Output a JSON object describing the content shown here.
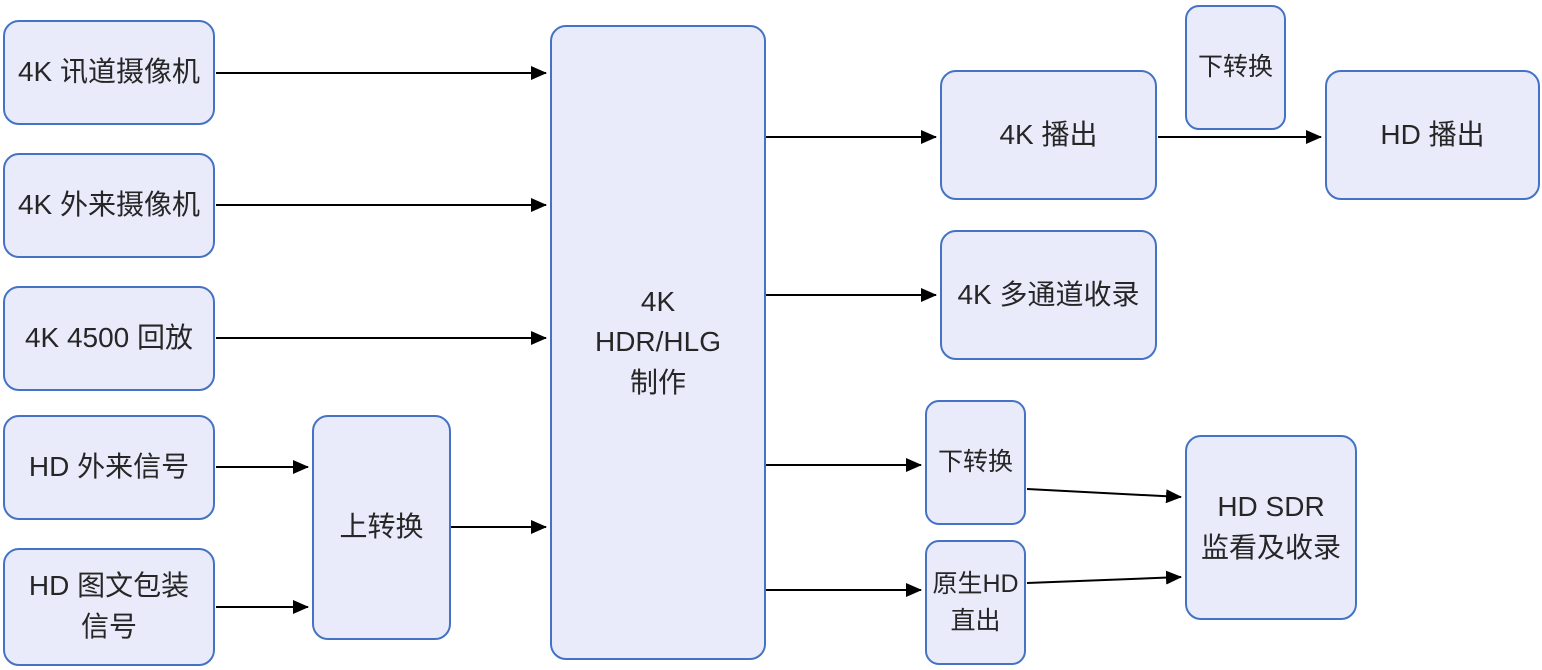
{
  "diagram": {
    "colors": {
      "node_fill": "#E9EBFA",
      "node_border": "#4472C4",
      "arrow": "#000000",
      "text": "#262626"
    },
    "nodes": {
      "cam_channel": {
        "lines": [
          "4K 讯道摄像机"
        ]
      },
      "cam_external": {
        "lines": [
          "4K 外来摄像机"
        ]
      },
      "playback_4500": {
        "lines": [
          "4K 4500 回放"
        ]
      },
      "hd_external": {
        "lines": [
          "HD 外来信号"
        ]
      },
      "hd_graphics": {
        "lines": [
          "HD 图文包装",
          "信号"
        ]
      },
      "up_convert": {
        "lines": [
          "上转换"
        ]
      },
      "production": {
        "lines": [
          "4K",
          "HDR/HLG",
          "制作"
        ]
      },
      "broadcast_4k": {
        "lines": [
          "4K 播出"
        ]
      },
      "down_convert_top": {
        "lines": [
          "下转换"
        ]
      },
      "broadcast_hd": {
        "lines": [
          "HD 播出"
        ]
      },
      "multichannel_record": {
        "lines": [
          "4K 多通道收录"
        ]
      },
      "down_convert_bottom": {
        "lines": [
          "下转换"
        ]
      },
      "native_hd_direct": {
        "lines": [
          "原生HD",
          "直出"
        ]
      },
      "hd_sdr_monitor": {
        "lines": [
          "HD SDR",
          "监看及收录"
        ]
      }
    }
  }
}
